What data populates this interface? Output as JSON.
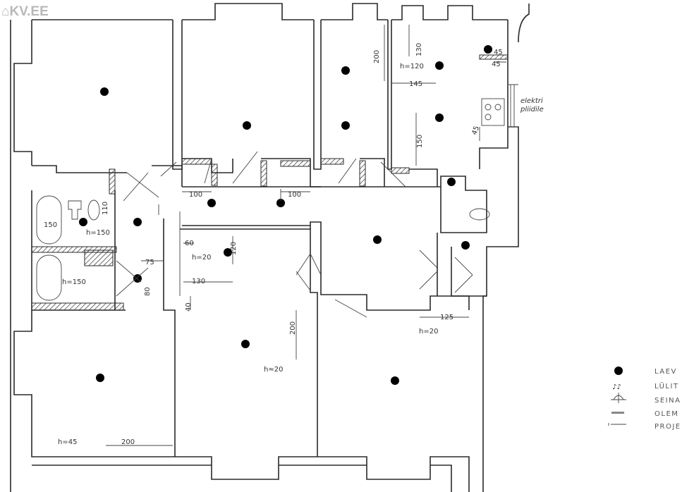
{
  "logo": {
    "text": "KV.EE"
  },
  "dimensions": {
    "d200_top": "200",
    "h120_kitchen": "h=120",
    "d130_kitchen": "130",
    "d145": "145",
    "d45a": "45",
    "d45b": "45",
    "d45c": "45",
    "d150_kitchen": "150",
    "note_stove": "elektri",
    "note_stove2": "pliidile",
    "d100_left": "100",
    "d100_mid": "100",
    "d110": "110",
    "d150_bath": "150",
    "h150_a": "h=150",
    "h150_b": "h=150",
    "d75": "75",
    "d80": "80",
    "d60": "60",
    "h20_a": "h=20",
    "d120": "120",
    "d130_room": "130",
    "d40": "40",
    "d200_room": "200",
    "h20_b": "h≈20",
    "h20_c": "h=20",
    "d125": "125",
    "h45": "h=45",
    "d200_bottom": "200"
  },
  "legend": {
    "items": [
      {
        "icon": "ceiling-light-icon",
        "label": "LAEV"
      },
      {
        "icon": "switch-icon",
        "label": "LÜLIT"
      },
      {
        "icon": "wall-socket-icon",
        "label": "SEINA"
      },
      {
        "icon": "existing-wall-icon",
        "label": "OLEM"
      },
      {
        "icon": "projected-line-icon",
        "label": "PROJE"
      }
    ]
  }
}
